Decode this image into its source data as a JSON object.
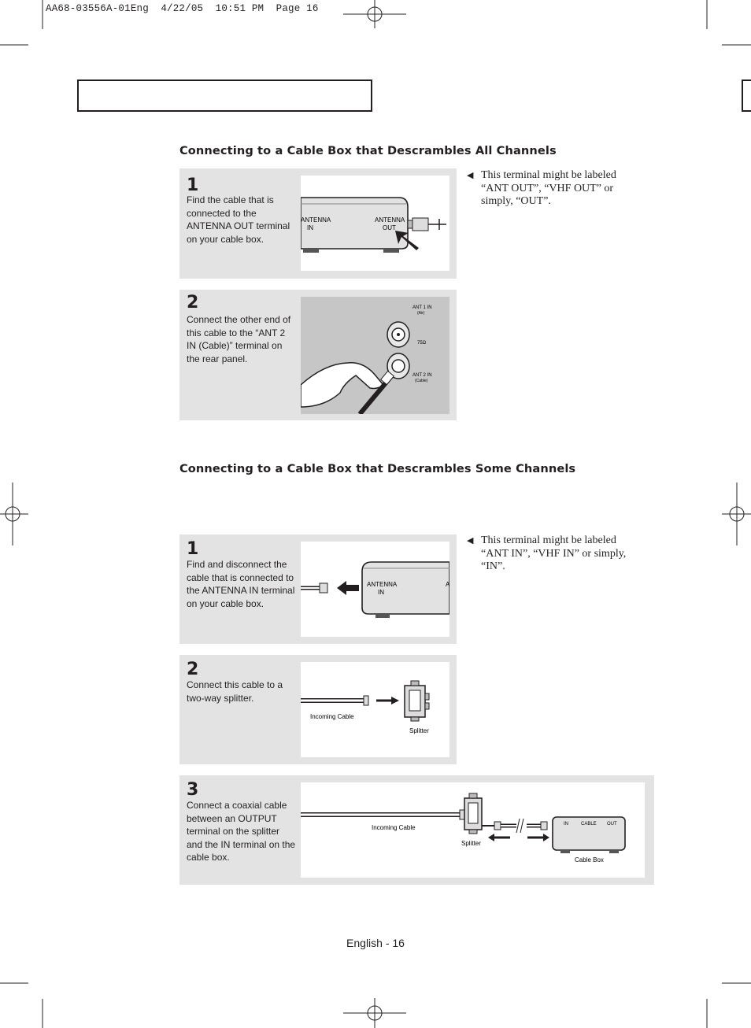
{
  "header_line": "AA68-03556A-01Eng  4/22/05  10:51 PM  Page 16",
  "section1": {
    "heading": "Connecting to a Cable Box that Descrambles All Channels",
    "steps": [
      {
        "number": "1",
        "text": "Find the cable that is connected to the ANTENNA OUT terminal on your cable box.",
        "labels": {
          "in": [
            "ANTENNA",
            "IN"
          ],
          "out": [
            "ANTENNA",
            "OUT"
          ]
        }
      },
      {
        "number": "2",
        "text": "Connect the other end of this cable to the “ANT 2 IN (Cable)” terminal on the rear panel.",
        "labels": {
          "ant1": [
            "ANT 1  IN",
            "(Air)"
          ],
          "ohm": "75Ω",
          "ant2": [
            "ANT 2  IN",
            "(Cable)"
          ]
        }
      }
    ],
    "note": "This terminal might be labeled “ANT OUT”, “VHF OUT” or simply, “OUT”."
  },
  "section2": {
    "heading": "Connecting to a Cable Box that Descrambles Some Channels",
    "steps": [
      {
        "number": "1",
        "text": "Find and disconnect the cable that is connected to the ANTENNA IN terminal on your cable box.",
        "labels": {
          "in": [
            "ANTENNA",
            "IN"
          ],
          "edge": "A"
        }
      },
      {
        "number": "2",
        "text": "Connect this cable to a two-way splitter.",
        "labels": {
          "incoming": "Incoming Cable",
          "splitter": "Splitter"
        }
      },
      {
        "number": "3",
        "text": "Connect a coaxial cable between an OUTPUT terminal on the splitter and the IN terminal on the cable box.",
        "labels": {
          "incoming": "Incoming Cable",
          "splitter": "Splitter",
          "box_in": "IN",
          "box_cable": "CABLE",
          "box_out": "OUT",
          "cable_box": "Cable Box"
        }
      }
    ],
    "note": "This terminal might be labeled “ANT IN”, “VHF IN” or simply, “IN”."
  },
  "note_marker": "◀",
  "footer": "English - 16",
  "colors": {
    "panel": "#e3e3e3",
    "ink": "#231f20",
    "photo_gray": "#c6c6c6"
  }
}
